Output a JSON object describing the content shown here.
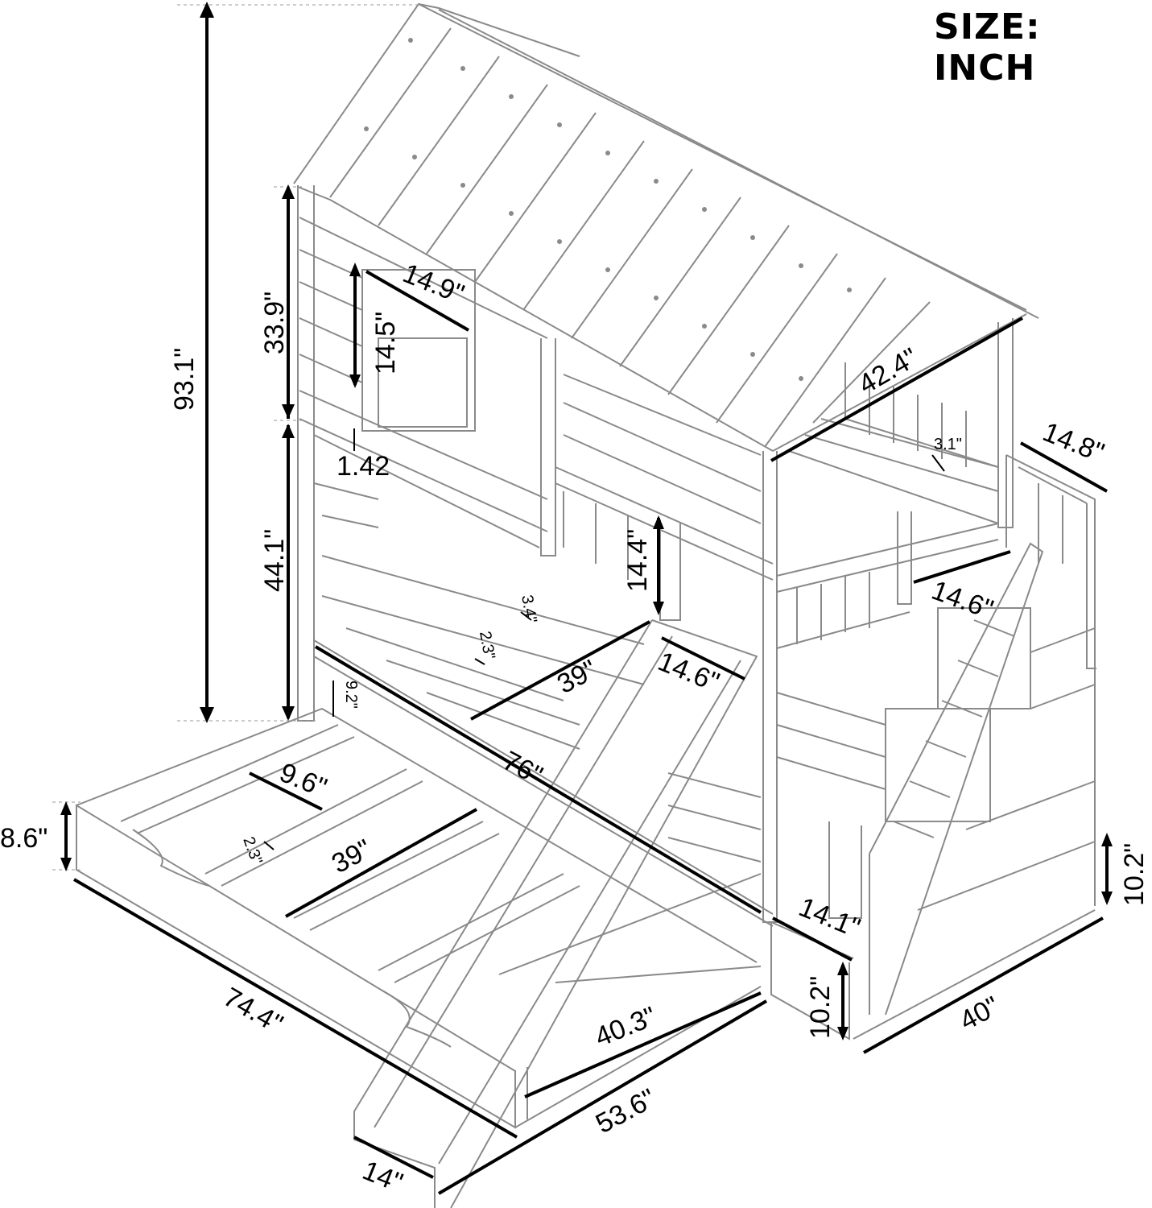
{
  "header": {
    "title": "SIZE: INCH"
  },
  "colors": {
    "outline": "#8a8a8a",
    "dimension": "#000000",
    "background": "#ffffff"
  },
  "dimensions": {
    "overall_height": "93.1\"",
    "top_height": "33.9\"",
    "lower_height": "44.1\"",
    "guard_gap": "1.42",
    "window_width": "14.9\"",
    "window_height": "14.5\"",
    "roof_diagonal": "42.4\"",
    "stair_top_width": "14.8\"",
    "slat_gap_top": "3.1\"",
    "rail_height": "14.4\"",
    "stair_landing": "14.6\"",
    "slat_gap_mid": "3.4\"",
    "slat_width_mid": "2.3\"",
    "bed_width_upper": "39\"",
    "slide_width": "14.6\"",
    "trundle_gap": "9.2\"",
    "bed_length": "76\"",
    "trundle_slat_spacing": "9.6\"",
    "trundle_height": "8.6\"",
    "trundle_slat_width": "2.3\"",
    "trundle_width": "39\"",
    "trundle_length": "74.4\"",
    "step_depth": "14.1\"",
    "drawer_height_right": "10.2\"",
    "drawer_height_front": "10.2\"",
    "stair_width": "40\"",
    "slide_length": "40.3\"",
    "slide_run": "53.6\"",
    "slide_end_width": "14\""
  }
}
